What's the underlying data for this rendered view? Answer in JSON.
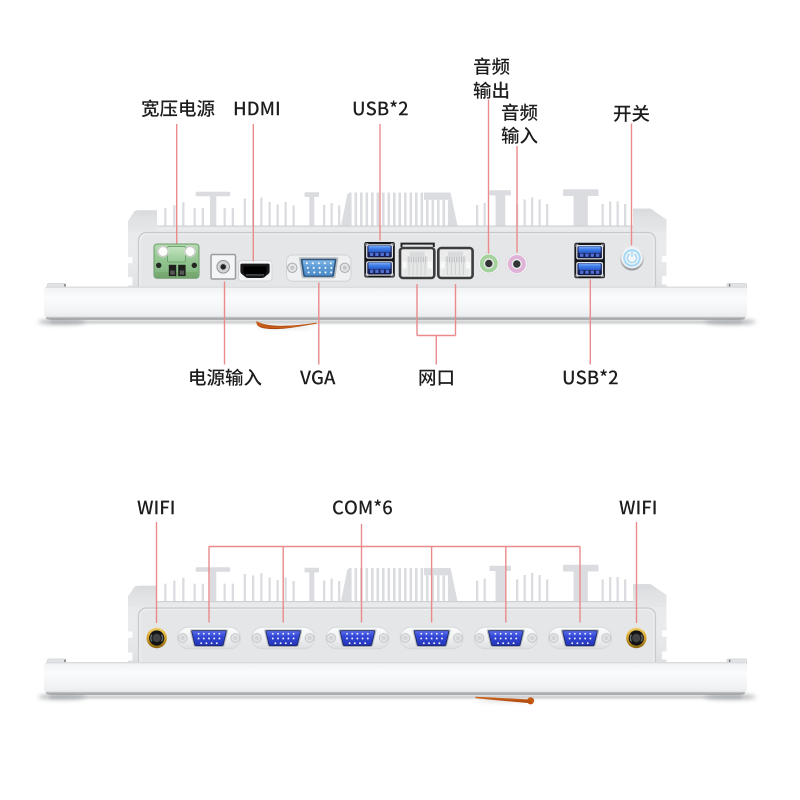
{
  "diagram": {
    "description_names": [
      "rear-io-view",
      "bottom-com-view"
    ]
  },
  "colors": {
    "background": "#ffffff",
    "callout_line": "#ea8a8a",
    "label_text": "#1d1d1f",
    "chassis_light": "#e9eaec",
    "bezel_white": "#f5f6f8",
    "terminal_green": "#8cc68c",
    "usb_blue": "#2e6de0",
    "vga_blue": "#5b9ad6",
    "db9_blue": "#2e44cf",
    "audio_out_green": "#a3d29c",
    "audio_in_pink": "#e0b2d8",
    "power_icon_blue": "#a9daf5",
    "wifi_gold": "#d9a62e",
    "accent_orange": "#c2571b"
  },
  "io_view": {
    "labels": {
      "wide_voltage_power": {
        "text": "宽压电源"
      },
      "hdmi": {
        "text": "HDMI"
      },
      "usb2_top": {
        "text": "USB*2"
      },
      "audio_out": {
        "text": "音频输出",
        "lines": [
          "音频",
          "输出"
        ]
      },
      "audio_in": {
        "text": "音频输入",
        "lines": [
          "音频",
          "输入"
        ]
      },
      "power_switch": {
        "text": "开关"
      },
      "power_input": {
        "text": "电源输入"
      },
      "vga": {
        "text": "VGA"
      },
      "lan": {
        "text": "网口"
      },
      "usb2_bottom": {
        "text": "USB*2"
      }
    },
    "ports": [
      {
        "name": "dc-power-terminal",
        "label": "宽压电源"
      },
      {
        "name": "dc-power-jack",
        "label": "电源输入"
      },
      {
        "name": "hdmi-port",
        "label": "HDMI"
      },
      {
        "name": "vga-port",
        "label": "VGA"
      },
      {
        "name": "usb3-ports-left",
        "label": "USB*2",
        "count": 2
      },
      {
        "name": "ethernet-ports",
        "label": "网口",
        "count": 2
      },
      {
        "name": "audio-out-jack",
        "label": "音频输出"
      },
      {
        "name": "audio-in-jack",
        "label": "音频输入"
      },
      {
        "name": "usb3-ports-right",
        "label": "USB*2",
        "count": 2
      },
      {
        "name": "power-button",
        "label": "开关"
      }
    ]
  },
  "com_view": {
    "labels": {
      "wifi_left": {
        "text": "WIFI"
      },
      "com6": {
        "text": "COM*6"
      },
      "wifi_right": {
        "text": "WIFI"
      }
    },
    "ports": [
      {
        "name": "wifi-antenna-connector-left",
        "label": "WIFI"
      },
      {
        "name": "com-serial-ports",
        "label": "COM*6",
        "count": 6
      },
      {
        "name": "wifi-antenna-connector-right",
        "label": "WIFI"
      }
    ]
  }
}
